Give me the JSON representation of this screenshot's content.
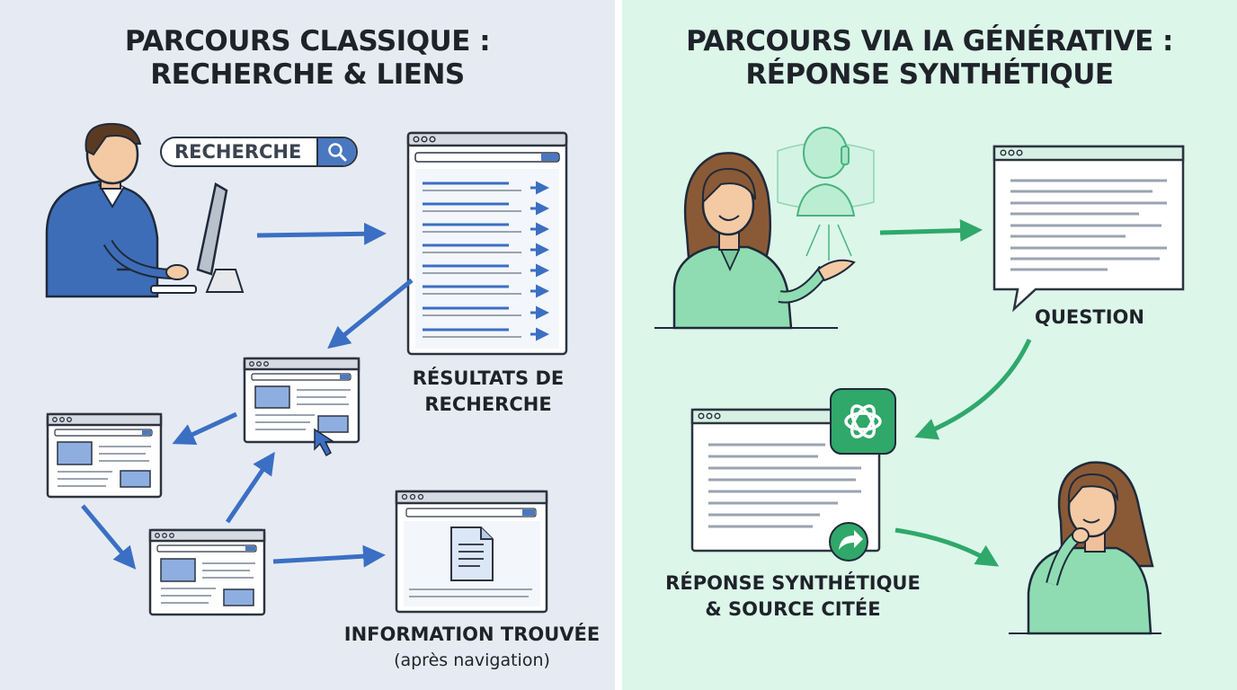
{
  "left": {
    "title_line1": "PARCOURS CLASSIQUE :",
    "title_line2": "RECHERCHE & LIENS",
    "search_text": "RECHERCHE",
    "label_results_line1": "RÉSULTATS DE",
    "label_results_line2": "RECHERCHE",
    "label_found": "INFORMATION TROUVÉE",
    "label_found_sub": "(après navigation)",
    "accent_color": "#3b6fc4",
    "search_icon": "search-icon"
  },
  "right": {
    "title_line1": "PARCOURS VIA IA GÉNÉRATIVE :",
    "title_line2": "RÉPONSE SYNTHÉTIQUE",
    "label_question": "QUESTION",
    "label_answer_line1": "RÉPONSE SYNTHÉTIQUE",
    "label_answer_line2": "& SOURCE CITÉE",
    "accent_color": "#2fa86a",
    "ai_logo_icon": "ai-logo-icon",
    "share_icon": "share-arrow-icon"
  }
}
